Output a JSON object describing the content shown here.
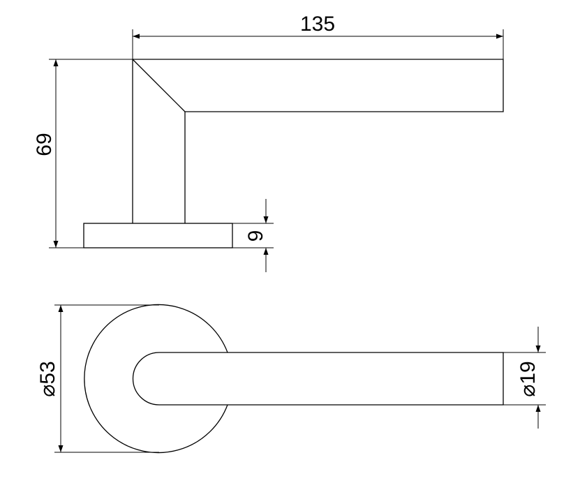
{
  "side_view": {
    "length_label": "135",
    "height_label": "69",
    "rose_thickness_label": "9"
  },
  "top_view": {
    "rose_diameter_label": "⌀53",
    "lever_diameter_label": "⌀19"
  },
  "colors": {
    "line": "#000000",
    "background": "#ffffff"
  }
}
